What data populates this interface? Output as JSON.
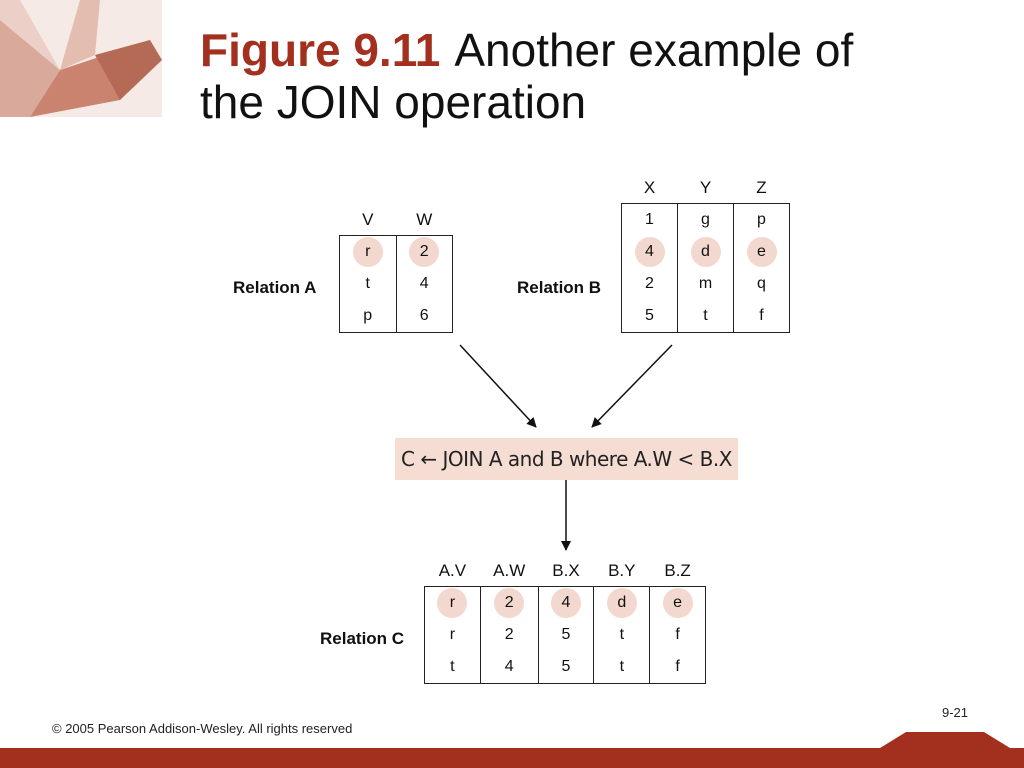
{
  "title": {
    "figure_label": "Figure 9.11",
    "text_line1": "Another example of",
    "text_line2": "the JOIN operation"
  },
  "relation_a": {
    "label": "Relation A",
    "columns": [
      "V",
      "W"
    ],
    "rows": [
      [
        "r",
        "2"
      ],
      [
        "t",
        "4"
      ],
      [
        "p",
        "6"
      ]
    ],
    "highlighted_row": 0
  },
  "relation_b": {
    "label": "Relation B",
    "columns": [
      "X",
      "Y",
      "Z"
    ],
    "rows": [
      [
        "1",
        "g",
        "p"
      ],
      [
        "4",
        "d",
        "e"
      ],
      [
        "2",
        "m",
        "q"
      ],
      [
        "5",
        "t",
        "f"
      ]
    ],
    "highlighted_row": 1
  },
  "operation": "C ← JOIN A and B where A.W < B.X",
  "relation_c": {
    "label": "Relation C",
    "columns": [
      "A.V",
      "A.W",
      "B.X",
      "B.Y",
      "B.Z"
    ],
    "rows": [
      [
        "r",
        "2",
        "4",
        "d",
        "e"
      ],
      [
        "r",
        "2",
        "5",
        "t",
        "f"
      ],
      [
        "t",
        "4",
        "5",
        "t",
        "f"
      ]
    ],
    "highlighted_row": 0
  },
  "footer": {
    "copyright": "© 2005 Pearson Addison-Wesley. All rights reserved",
    "page_number": "9-21"
  },
  "colors": {
    "accent": "#a3301e",
    "highlight": "#f3d8cf",
    "operation_box": "#f5ddd4"
  },
  "icons": {
    "logo": "paper-crane-icon"
  }
}
